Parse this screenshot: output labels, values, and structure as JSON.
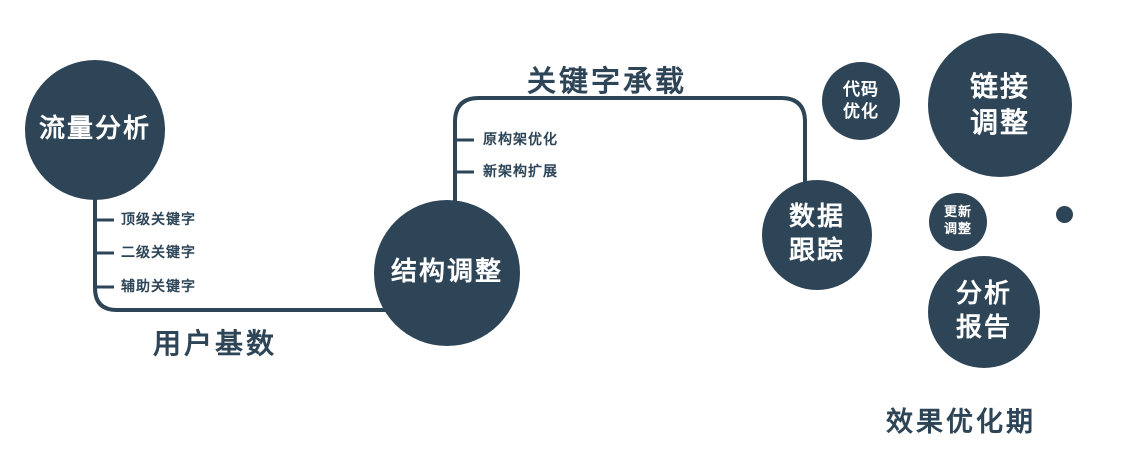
{
  "nodes": {
    "traffic_analysis": {
      "label": "流量分析"
    },
    "structure_adjust": {
      "label": "结构调整"
    },
    "data_tracking": {
      "line1": "数据",
      "line2": "跟踪"
    },
    "code_optimization": {
      "line1": "代码",
      "line2": "优化"
    },
    "link_adjustment": {
      "line1": "链接",
      "line2": "调整"
    },
    "update_adjustment": {
      "line1": "更新",
      "line2": "调整"
    },
    "analysis_report": {
      "line1": "分析",
      "line2": "报告"
    }
  },
  "edge_labels": {
    "user_base": "用户基数",
    "keyword_carrying": "关键字承载"
  },
  "traffic_branches": [
    "顶级关键字",
    "二级关键字",
    "辅助关键字"
  ],
  "structure_branches": [
    "原构架优化",
    "新架构扩展"
  ],
  "footer_label": "效果优化期",
  "colors": {
    "primary": "#2e4557",
    "node_text": "#ffffff",
    "background": "#ffffff"
  }
}
